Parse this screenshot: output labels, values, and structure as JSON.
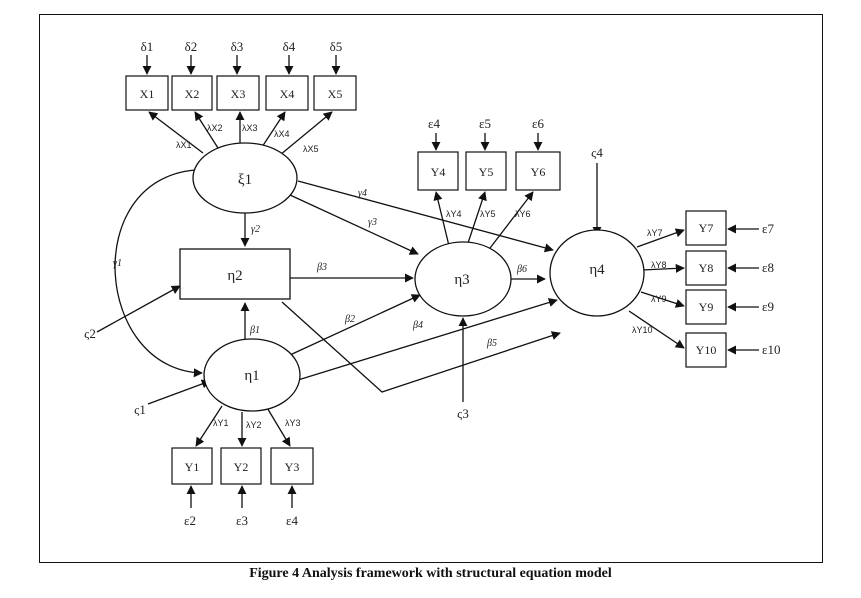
{
  "caption": "Figure 4 Analysis framework with structural equation model",
  "latent": {
    "xi1": "ξ1",
    "eta1": "η1",
    "eta2": "η2",
    "eta3": "η3",
    "eta4": "η4"
  },
  "observed": {
    "x": [
      "X1",
      "X2",
      "X3",
      "X4",
      "X5"
    ],
    "y_eta1": [
      "Y1",
      "Y2",
      "Y3"
    ],
    "y_eta3": [
      "Y4",
      "Y5",
      "Y6"
    ],
    "y_eta4": [
      "Y7",
      "Y8",
      "Y9",
      "Y10"
    ]
  },
  "errors": {
    "delta": [
      "δ1",
      "δ2",
      "δ3",
      "δ4",
      "δ5"
    ],
    "eps_eta1": [
      "ε2",
      "ε3",
      "ε4"
    ],
    "eps_eta3": [
      "ε4",
      "ε5",
      "ε6"
    ],
    "eps_eta4": [
      "ε7",
      "ε8",
      "ε9",
      "ε10"
    ]
  },
  "loadings": {
    "x": [
      "λX1",
      "λX2",
      "λX3",
      "λX4",
      "λX5"
    ],
    "y_eta1": [
      "λY1",
      "λY2",
      "λY3"
    ],
    "y_eta3": [
      "λY4",
      "λY5",
      "λY6"
    ],
    "y_eta4": [
      "λY7",
      "λY8",
      "λY9",
      "λY10"
    ]
  },
  "disturbances": {
    "zeta1": "ς1",
    "zeta2": "ς2",
    "zeta3": "ς3",
    "zeta4": "ς4"
  },
  "paths": {
    "gamma1": "γ1",
    "gamma2": "γ2",
    "gamma3": "γ3",
    "gamma4": "γ4",
    "beta1": "β1",
    "beta2": "β2",
    "beta3": "β3",
    "beta4": "β4",
    "beta5": "β5",
    "beta6": "β6"
  }
}
